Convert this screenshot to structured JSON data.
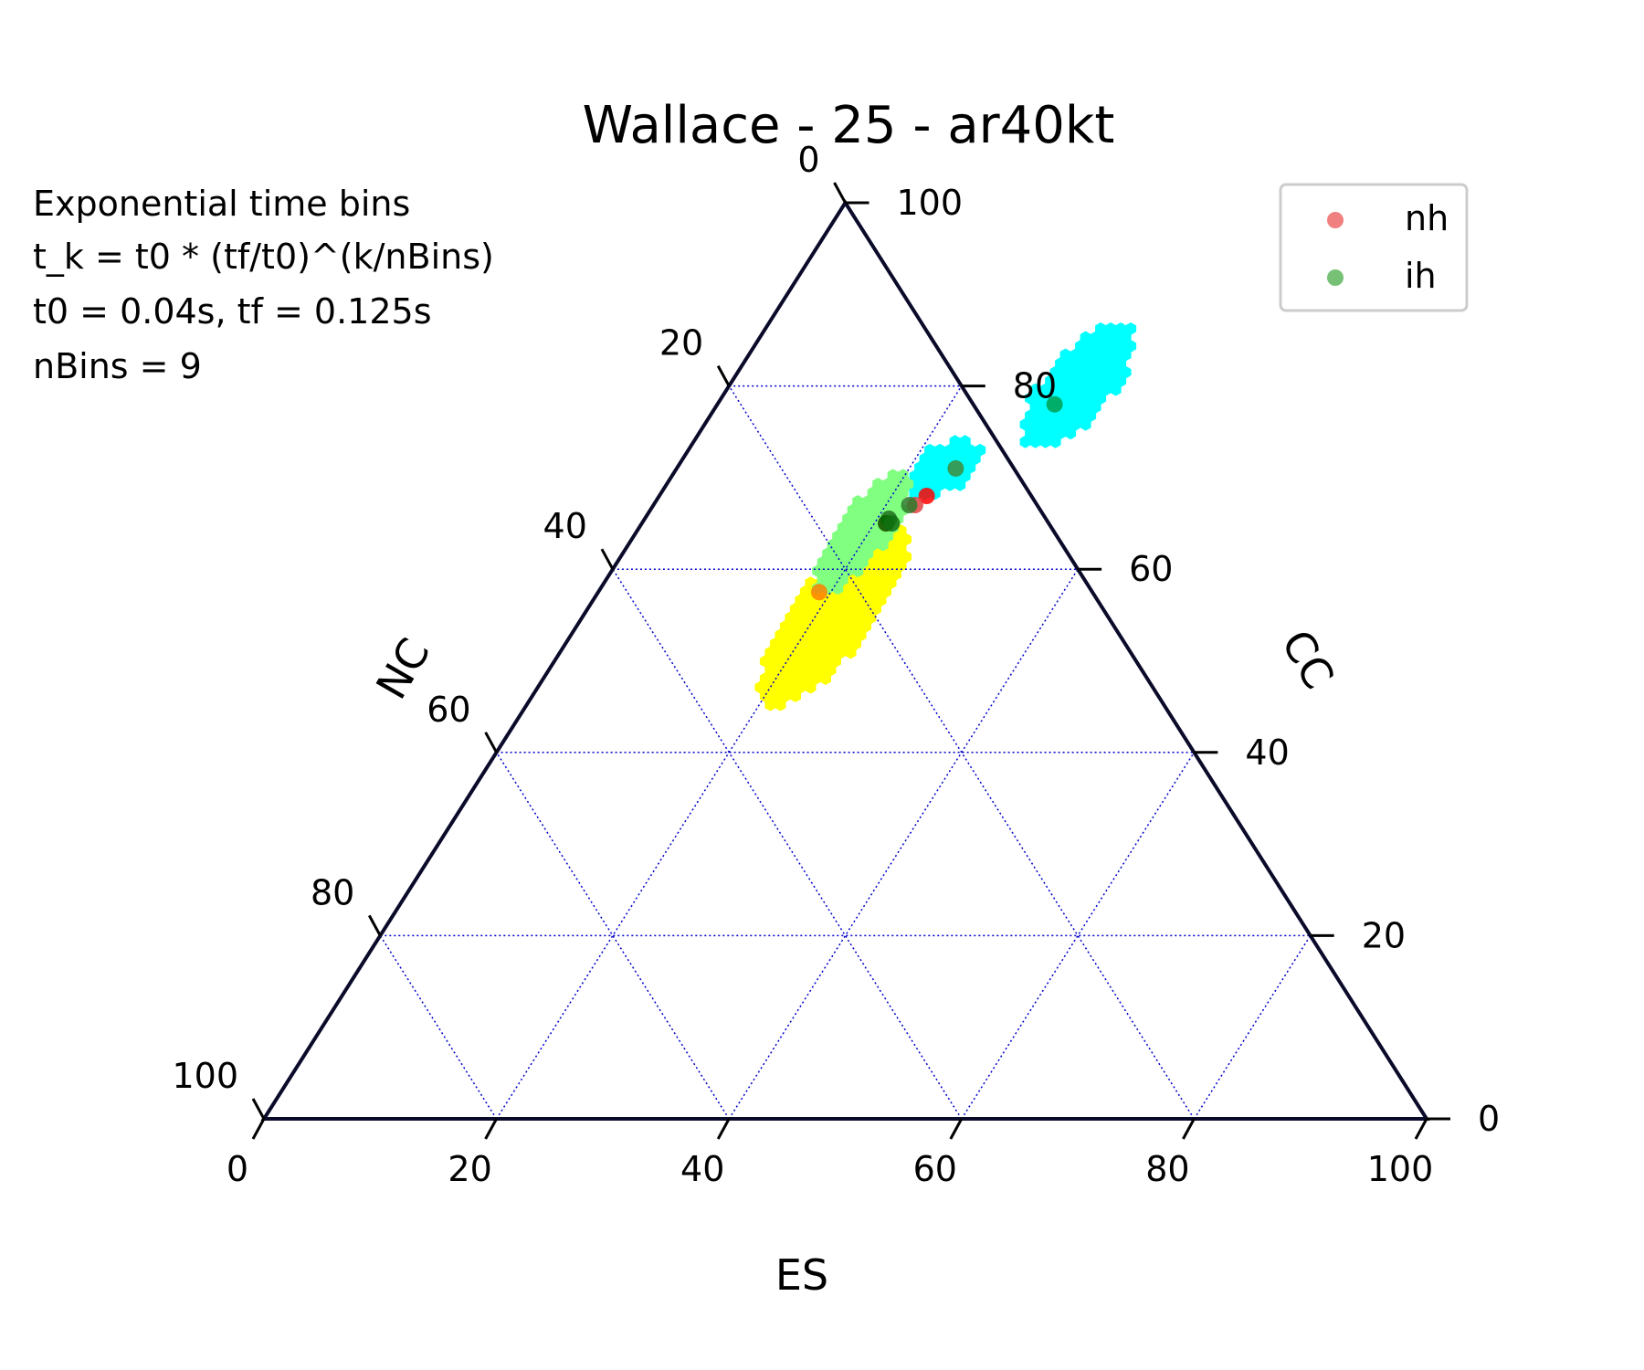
{
  "chart_data": {
    "type": "scatter",
    "subtype": "ternary",
    "title": "Wallace - 25 - ar40kt",
    "annotation_lines": [
      "Exponential time bins",
      "t_k = t0 * (tf/t0)^(k/nBins)",
      "t0 = 0.04s, tf = 0.125s",
      "nBins = 9"
    ],
    "axes": {
      "bottom": {
        "label": "ES",
        "ticks": [
          "0",
          "20",
          "40",
          "60",
          "80",
          "100"
        ]
      },
      "right": {
        "label": "CC",
        "ticks": [
          "0",
          "20",
          "40",
          "60",
          "80",
          "100"
        ]
      },
      "left": {
        "label": "NC",
        "ticks": [
          "0",
          "20",
          "40",
          "60",
          "80",
          "100"
        ]
      },
      "range": [
        0,
        100
      ],
      "grid": true,
      "grid_style": "dotted",
      "grid_color": "#0000cc"
    },
    "legend": {
      "placement": "top-right",
      "entries": [
        {
          "label": "nh",
          "color": "#f08080"
        },
        {
          "label": "ih",
          "color": "#77c177"
        }
      ]
    },
    "regions": [
      {
        "color": "#00ffff",
        "center": {
          "ES": 30,
          "CC": 80,
          "NC": -10
        },
        "spread": {
          "ES": 3.5,
          "CC": 7
        }
      },
      {
        "color": "#00ffff",
        "center": {
          "ES": 23,
          "CC": 71,
          "NC": 6
        },
        "spread": {
          "ES": 3,
          "CC": 3
        }
      },
      {
        "color": "#ffff00",
        "center": {
          "ES": 21.5,
          "CC": 55,
          "NC": 23.5
        },
        "spread": {
          "ES": 4,
          "CC": 10
        }
      },
      {
        "color": "#80ff80",
        "center": {
          "ES": 19.5,
          "CC": 64,
          "NC": 16.5
        },
        "spread": {
          "ES": 2.5,
          "CC": 7
        }
      }
    ],
    "series": [
      {
        "name": "nh",
        "color": "#ff0000",
        "points": [
          {
            "ES": 23.0,
            "CC": 68.0,
            "NC": 9.0,
            "color": "#ff0000"
          },
          {
            "ES": 22.5,
            "CC": 67.0,
            "NC": 10.5,
            "color": "#e04040"
          },
          {
            "ES": 21.0,
            "CC": 65.0,
            "NC": 14.0,
            "color": "#cc6633"
          },
          {
            "ES": 19.0,
            "CC": 57.5,
            "NC": 23.5,
            "color": "#ff8000"
          }
        ]
      },
      {
        "name": "ih",
        "color": "#008000",
        "points": [
          {
            "ES": 29.0,
            "CC": 78.0,
            "NC": -7.0,
            "color": "#00a050"
          },
          {
            "ES": 24.0,
            "CC": 71.0,
            "NC": 5.0,
            "color": "#3c8c3c"
          },
          {
            "ES": 22.0,
            "CC": 67.0,
            "NC": 11.0,
            "color": "#2a7a2a"
          },
          {
            "ES": 21.0,
            "CC": 65.5,
            "NC": 13.5,
            "color": "#1e6e1e"
          },
          {
            "ES": 21.0,
            "CC": 65.0,
            "NC": 14.0,
            "color": "#006400"
          },
          {
            "ES": 21.5,
            "CC": 65.0,
            "NC": 13.5,
            "color": "#107010"
          }
        ]
      }
    ]
  }
}
